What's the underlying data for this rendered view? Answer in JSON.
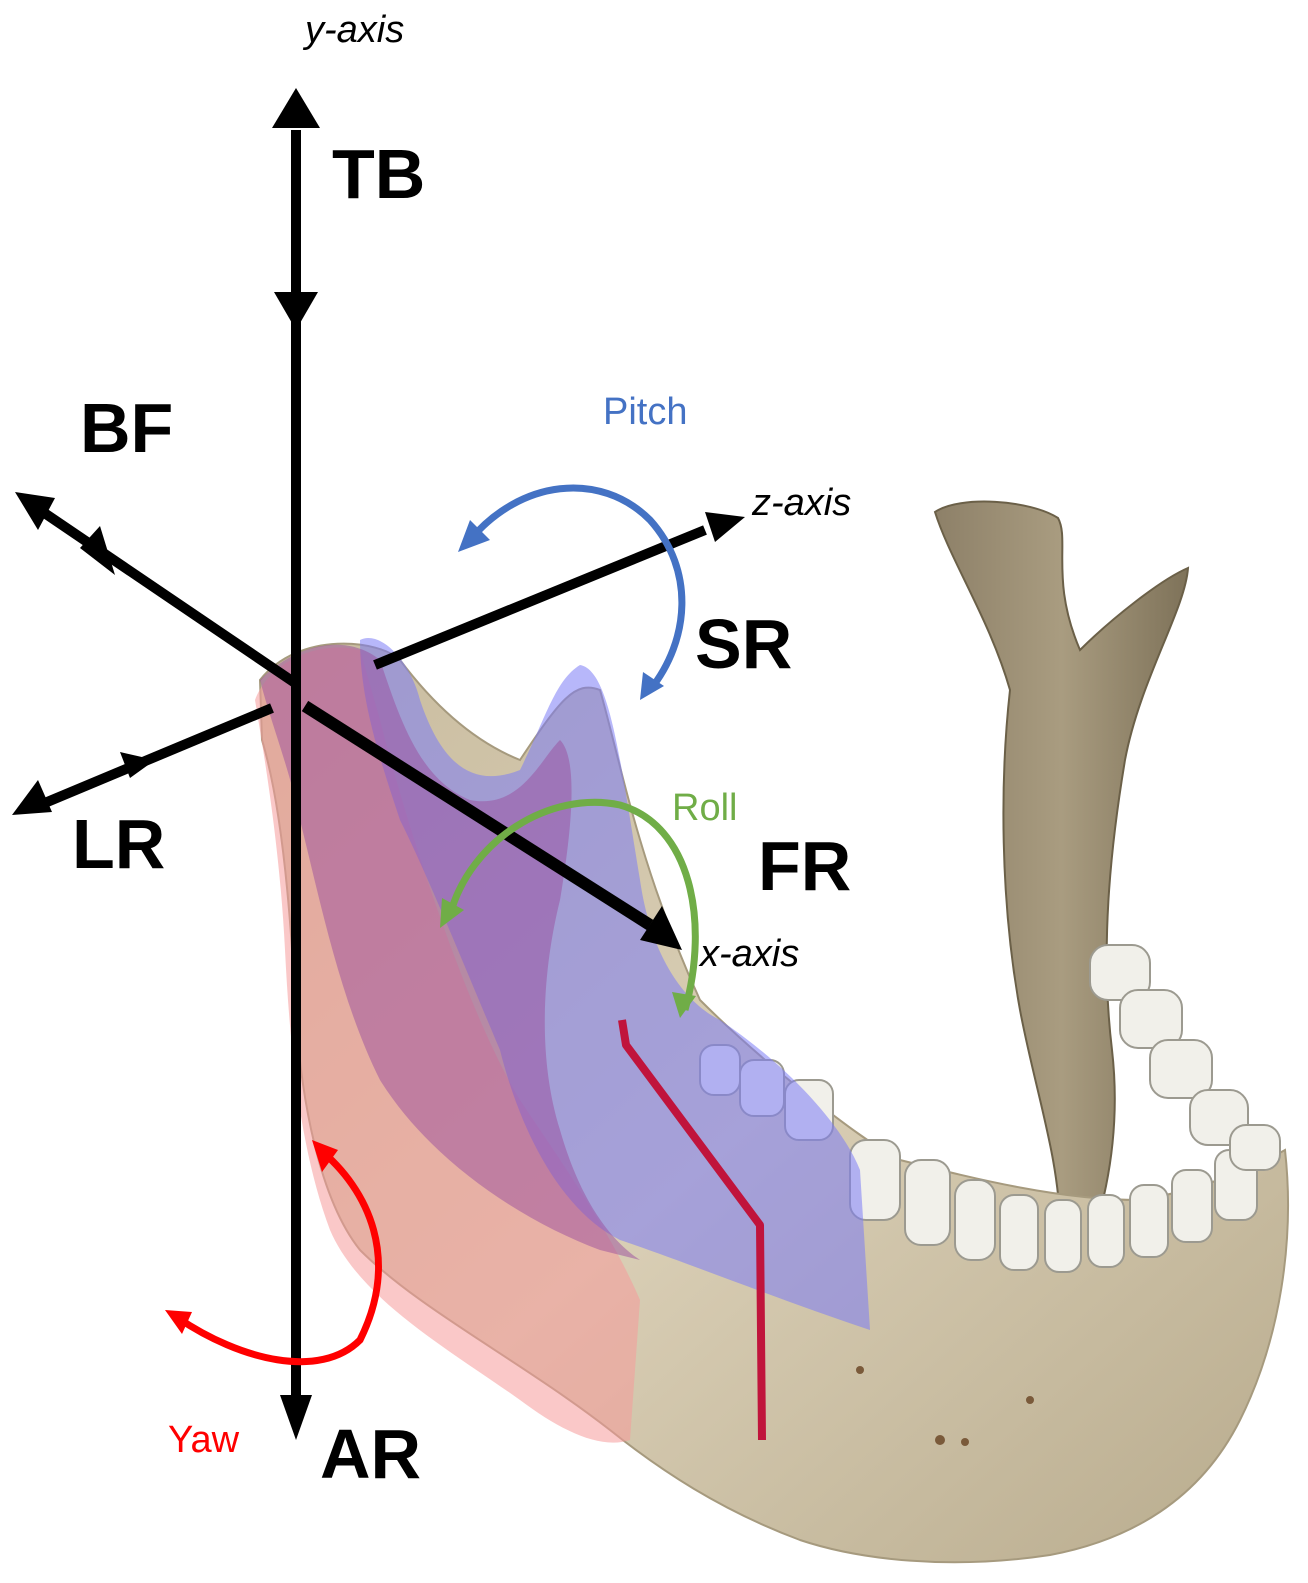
{
  "labels": {
    "y_axis": "y-axis",
    "z_axis": "z-axis",
    "x_axis": "x-axis",
    "tb": "TB",
    "bf": "BF",
    "lr": "LR",
    "sr": "SR",
    "fr": "FR",
    "ar": "AR",
    "pitch": "Pitch",
    "roll": "Roll",
    "yaw": "Yaw"
  },
  "colors": {
    "pitch": "#4472C4",
    "roll": "#70AD47",
    "yaw": "#FF0000",
    "axis": "#000000",
    "bone": "#d7cbb0",
    "teeth": "#f2f2ee",
    "blue_overlay": "#7b7cf5",
    "red_overlay": "#f59a9a",
    "purple_overlay": "#9a4d9d",
    "cut_line": "#c0143c"
  }
}
